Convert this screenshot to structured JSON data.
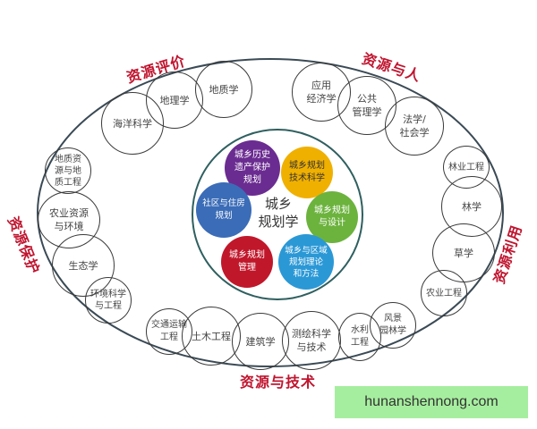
{
  "categories": {
    "top_left": "资源评价",
    "top_right": "资源与人",
    "left": "资源保护",
    "right": "资源利用",
    "bottom": "资源与技术"
  },
  "disciplines": {
    "top_left": [
      "海洋科学",
      "地理学",
      "地质学"
    ],
    "top_right": [
      "应用\n经济学",
      "公共\n管理学",
      "法学/\n社会学"
    ],
    "left": [
      "地质资\n源与地\n质工程",
      "农业资源\n与环境",
      "生态学",
      "环境科学\n与工程"
    ],
    "right": [
      "林业工程",
      "林学",
      "草学",
      "农业工程"
    ],
    "bottom": [
      "交通运输\n工程",
      "土木工程",
      "建筑学",
      "测绘科学\n与技术",
      "水利\n工程",
      "风景\n园林学"
    ]
  },
  "core": {
    "title": "城乡\n规划学",
    "subfields": [
      {
        "label": "城乡历史\n遗产保护\n规划",
        "color": "#6b2c91"
      },
      {
        "label": "城乡规划\n技术科学",
        "color": "#f0b000"
      },
      {
        "label": "城乡规划\n与设计",
        "color": "#6cb33e"
      },
      {
        "label": "城乡与区域\n规划理论\n和方法",
        "color": "#2b98d6"
      },
      {
        "label": "城乡规划\n管理",
        "color": "#c1172b"
      },
      {
        "label": "社区与住房\n规划",
        "color": "#3b6cb7"
      }
    ]
  },
  "colors": {
    "category_text": "#c0152f",
    "outline": "#3a4a55",
    "watermark_bg": "#a6ee9f"
  },
  "watermark": "hunanshennong.com"
}
